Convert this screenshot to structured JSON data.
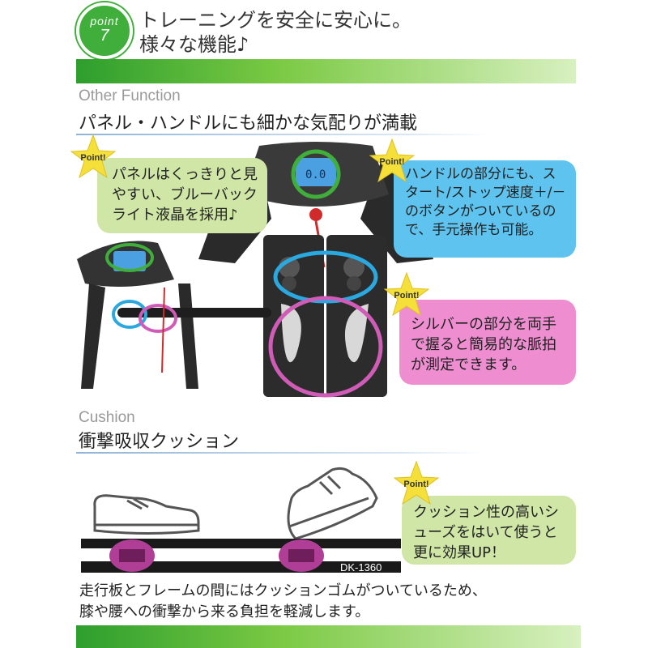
{
  "header": {
    "badge_word": "point",
    "badge_number": "7",
    "title_line1": "トレーニングを安全に安心に。",
    "title_line2": "様々な機能♪"
  },
  "section1": {
    "en": "Other Function",
    "jp": "パネル・ハンドルにも細かな気配りが満載"
  },
  "callouts": {
    "star_label": "Point!",
    "panel": "パネルはくっきりと見やすい、ブルーバックライト液晶を採用♪",
    "handle": "ハンドルの部分にも、スタート/ストップ速度＋/－のボタンがついているので、手元操作も可能。",
    "silver": "シルバーの部分を両手で握ると簡易的な脈拍が測定できます。",
    "cushion_shoes": "クッション性の高いシューズをはいて使うと更に効果UP！"
  },
  "section2": {
    "en": "Cushion",
    "jp": "衝撃吸収クッション"
  },
  "model_label": "DK-1360",
  "bottom_text": {
    "line1": "走行板とフレームの間にはクッションゴムがついているため、",
    "line2": "膝や腰への衝撃から来る負担を軽減します。"
  },
  "colors": {
    "green_band": "#3fae3a",
    "callout_green": "#cfe6a6",
    "callout_blue": "#5ec3ef",
    "callout_pink": "#ee8ed0",
    "highlight_blue": "#2aa8e0",
    "highlight_pink": "#d05cb8",
    "star": "#f5e03a"
  }
}
